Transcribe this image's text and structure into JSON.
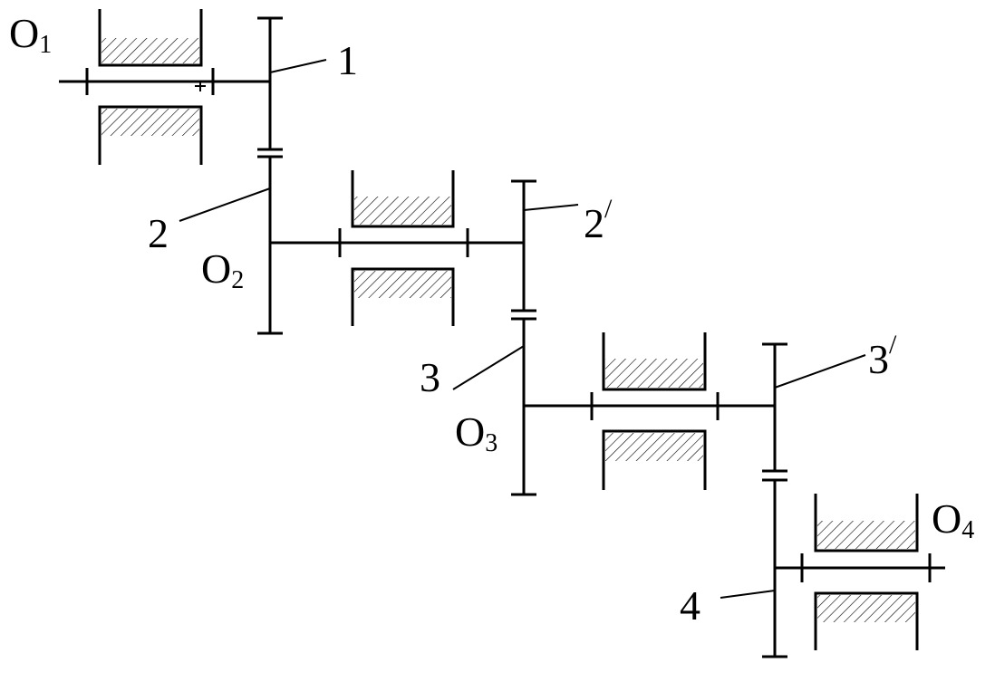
{
  "diagram": {
    "labels": {
      "o1": "O",
      "o1_sub": "1",
      "o2": "O",
      "o2_sub": "2",
      "o3": "O",
      "o3_sub": "3",
      "o4": "O",
      "o4_sub": "4",
      "g1": "1",
      "g2": "2",
      "g2p": "2",
      "g2p_mark": "/",
      "g3": "3",
      "g3p": "3",
      "g3p_mark": "/",
      "g4": "4"
    },
    "colors": {
      "line": "#000000",
      "background": "#ffffff"
    }
  }
}
